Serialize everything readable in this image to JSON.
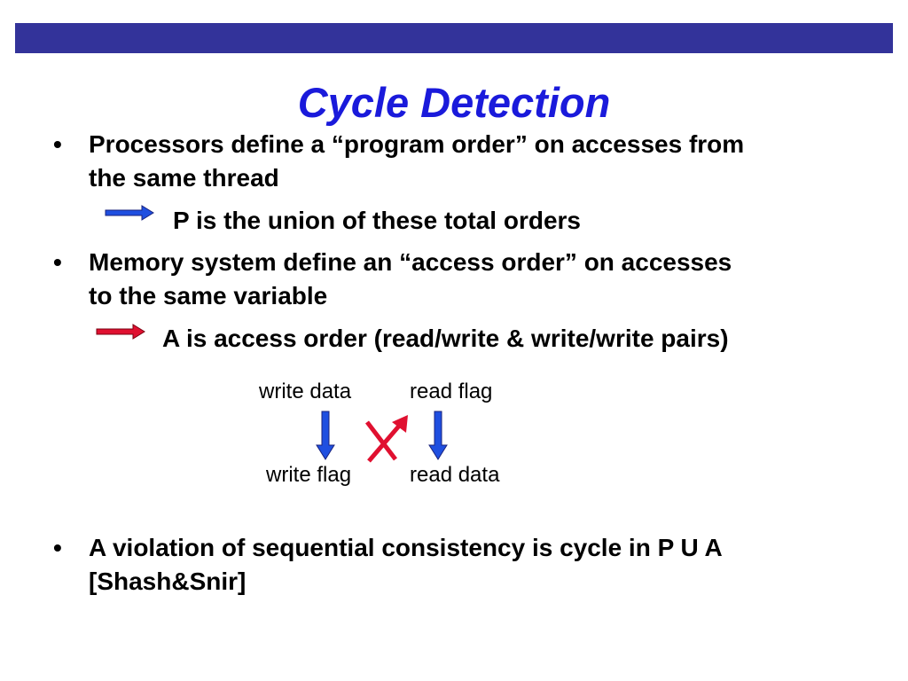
{
  "slide": {
    "title": "Cycle Detection",
    "bullets": [
      {
        "line1": "Processors define a “program order” on accesses from",
        "line2": "the same thread"
      },
      {
        "line1": "Memory system define an “access order” on accesses",
        "line2": "to the same variable"
      },
      {
        "line1": "A violation of sequential consistency is cycle in P U A",
        "line2": "[Shash&Snir]"
      }
    ],
    "bullet_char": "•",
    "sub_p": "P is the union of these total orders",
    "sub_a": "A is access order (read/write & write/write pairs)"
  },
  "diagram": {
    "top_left": "write data",
    "top_right": "read flag",
    "bottom_left": "write flag",
    "bottom_right": "read data"
  },
  "colors": {
    "header_bar": "#33339a",
    "title": "#1a1adb",
    "program_order_arrow": "#1f4fe0",
    "access_order_arrow": "#e01030"
  },
  "icons": {
    "program_order": "blue-right-arrow-icon",
    "access_order": "red-right-arrow-icon",
    "violation": "red-x-mark-icon"
  }
}
